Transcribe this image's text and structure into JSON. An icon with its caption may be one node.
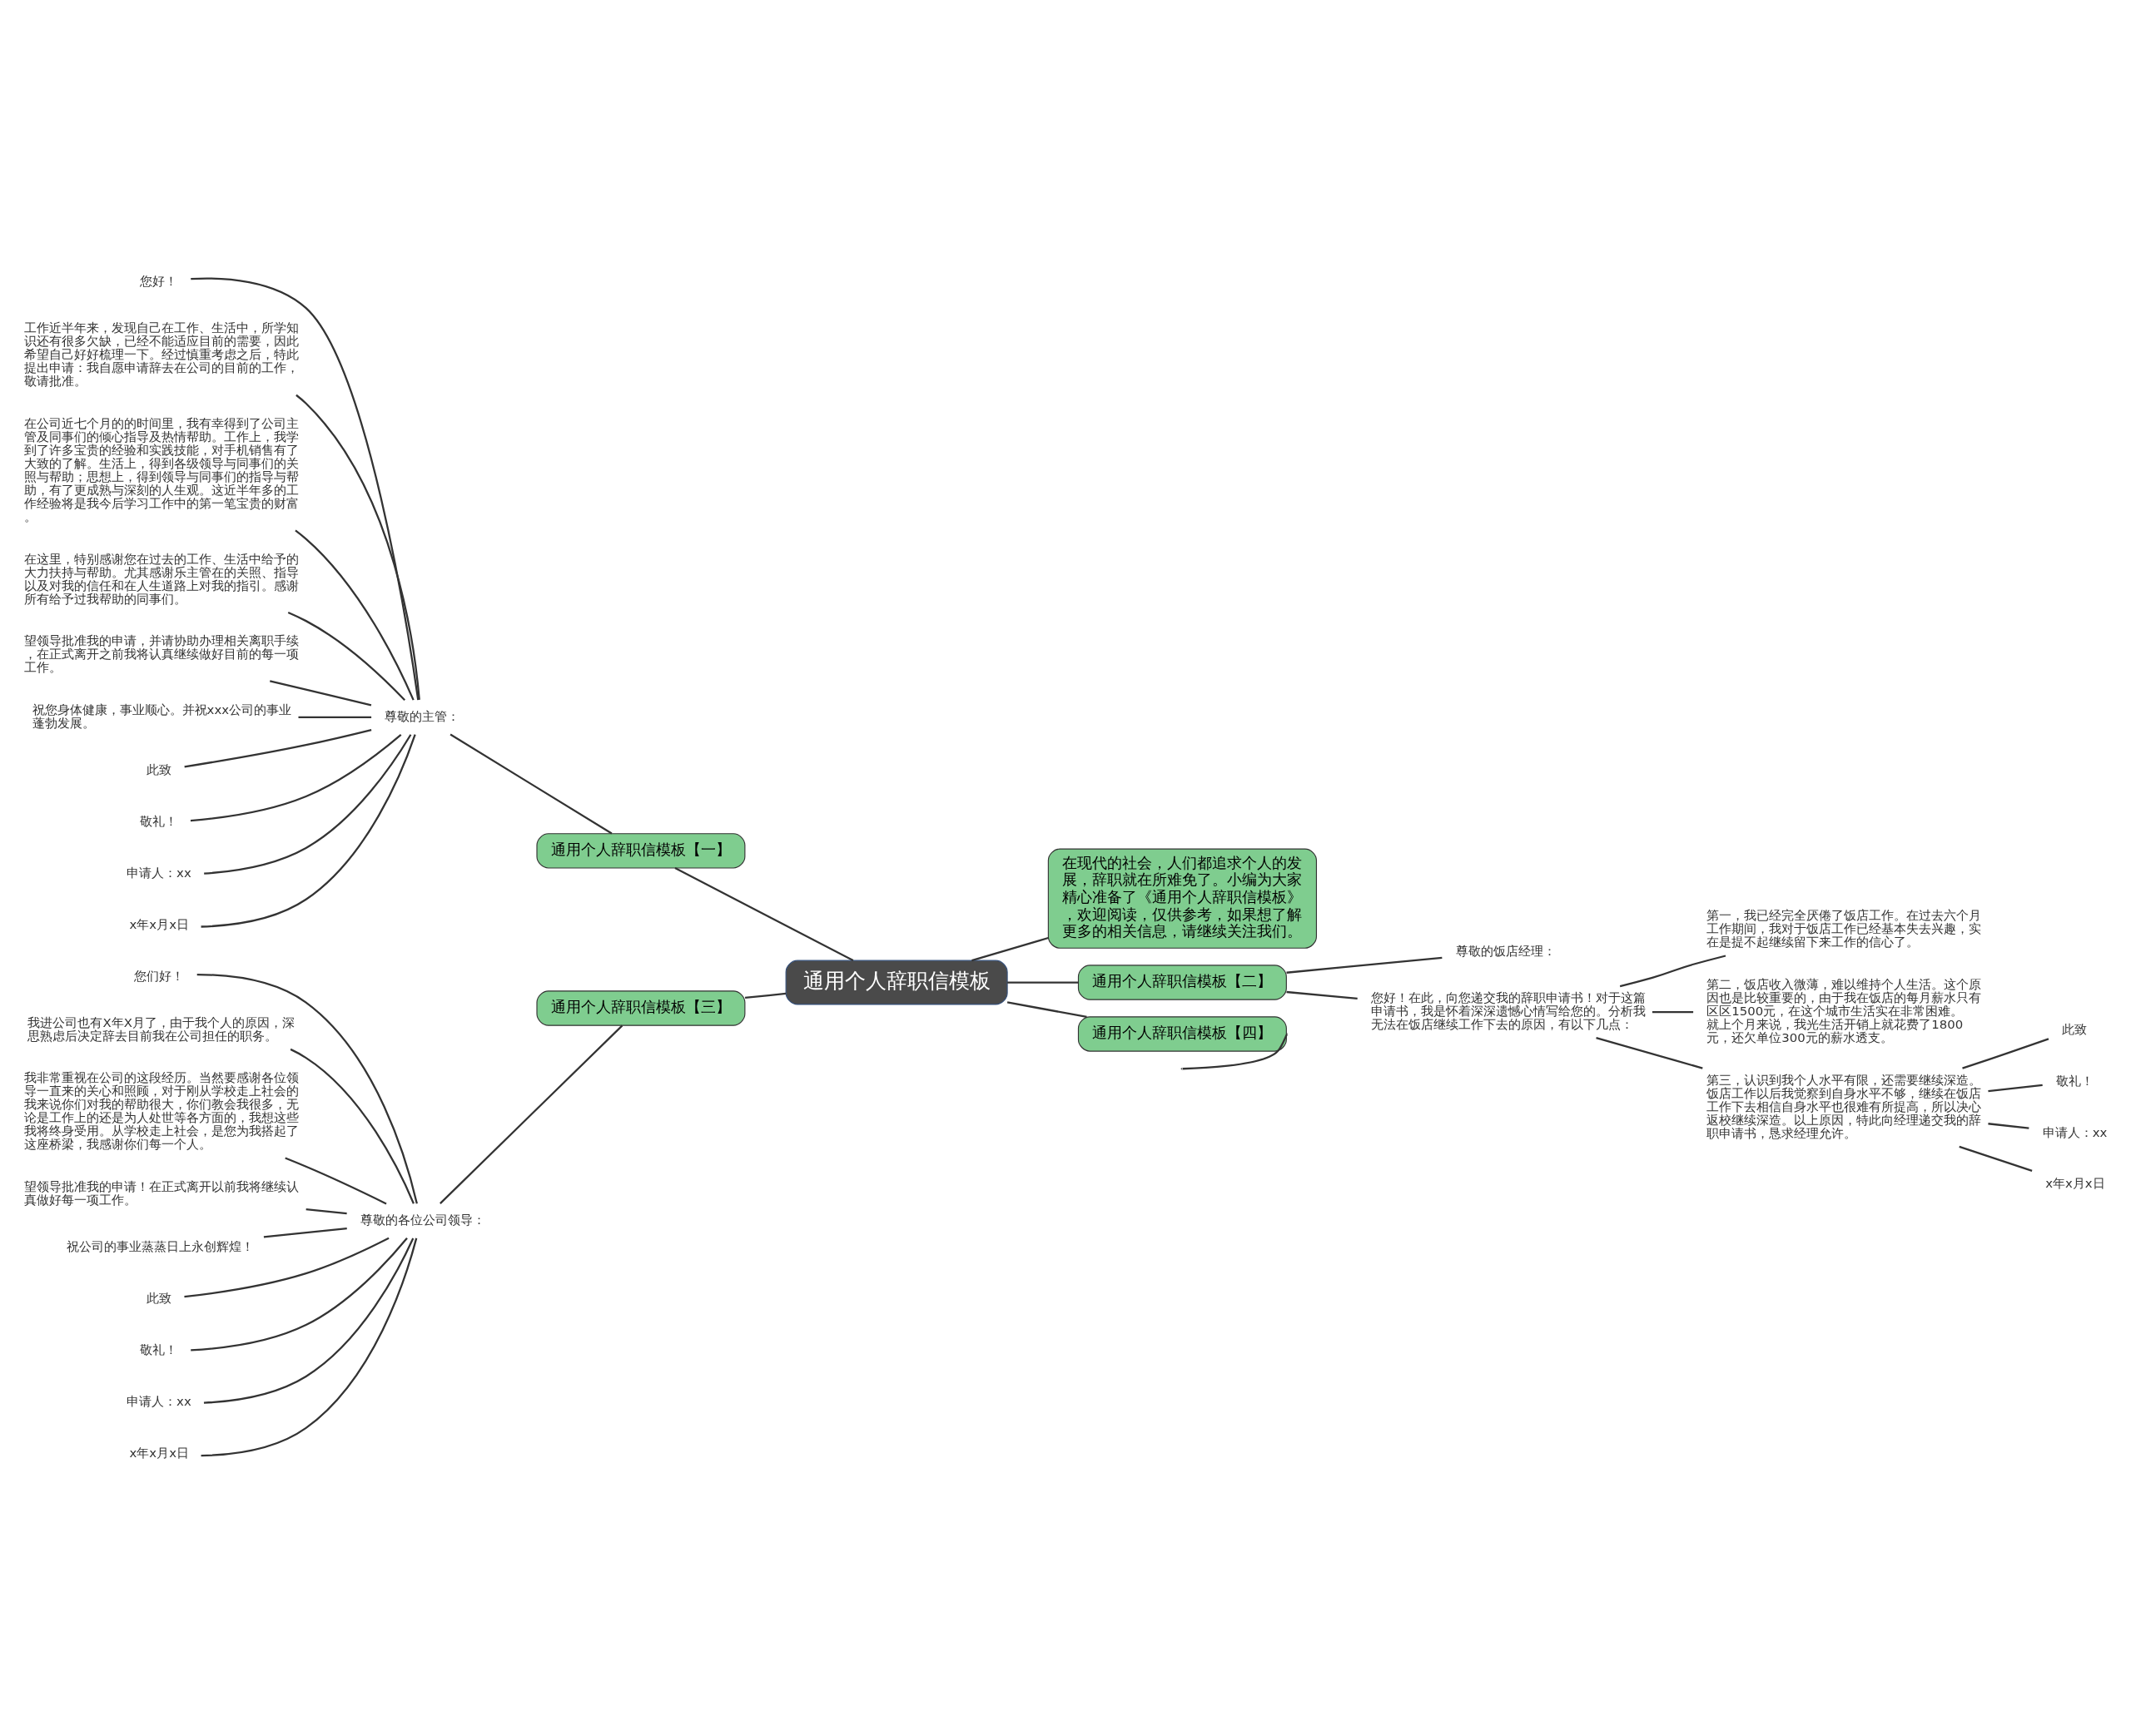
{
  "diagram": {
    "nodes": [
      {
        "text": [
          "通用个人辞职信模板"
        ]
      },
      {
        "text": [
          "通用个人辞职信模板【一】"
        ]
      },
      {
        "text": [
          "尊敬的主管："
        ]
      },
      {
        "text": [
          "您好！"
        ]
      },
      {
        "text": [
          "工作近半年来，发现自己在工作、生活中，所学知识还有很多欠缺，已经不能适应目前的需要，因此希望自己好好梳理一下。经过慎重考虑之后，特此提出申请：我自愿申请辞去在公司的目前的工作，敬请批准。"
        ]
      },
      {
        "text": [
          "在公司近七个月的的时间里，我有幸得到了公司主管及同事们的倾心指导及热情帮助。工作上，我学到了许多宝贵的经验和实践技能，对手机销售有了大致的了解。生活上，得到各级领导与同事们的关照与帮助；思想上，得到领导与同事们的指导与帮助，有了更成熟与深刻的人生观。这近半年多的工作经验将是我今后学习工作中的第一笔宝贵的财富。"
        ]
      },
      {
        "text": [
          "在这里，特别感谢您在过去的工作、生活中给予的大力扶持与帮助。尤其感谢乐主管在的关照、指导以及对我的信任和在人生道路上对我的指引。感谢所有给予过我帮助的同事们。"
        ]
      },
      {
        "text": [
          "望领导批准我的申请，并请协助办理相关离职手续，在正式离开之前我将认真继续做好目前的每一项工作。"
        ]
      },
      {
        "text": [
          "祝您身体健康，事业顺心。并祝xxx公司的事业蓬勃发展。"
        ]
      },
      {
        "text": [
          "此致"
        ]
      },
      {
        "text": [
          "敬礼！"
        ]
      },
      {
        "text": [
          "申请人：xx"
        ]
      },
      {
        "text": [
          "x年x月x日"
        ]
      },
      {
        "text": [
          "在现代的社会，人们都追求个人的发展，辞职就在所难免了。小编为大家精心准备了《通用个人辞职信模板》，欢迎阅读，仅供参考，如果想了解更多的相关信息，请继续关注我们。"
        ]
      },
      {
        "text": [
          "通用个人辞职信模板【二】"
        ]
      },
      {
        "text": [
          "尊敬的饭店经理："
        ]
      },
      {
        "text": [
          "您好！在此，向您递交我的辞职申请书！对于这篇申请书，我是怀着深深遗憾心情写给您的。分析我无法在饭店继续工作下去的原因，有以下几点："
        ]
      },
      {
        "text": [
          "第一，我已经完全厌倦了饭店工作。在过去六个月工作期间，我对于饭店工作已经基本失去兴趣，实在是提不起继续留下来工作的信心了。"
        ]
      },
      {
        "text": [
          "第二，饭店收入微薄，难以维持个人生活。这个原因也是比较重要的，由于我在饭店的每月薪水只有区区1500元，在这个城市生活实在非常困难。就上个月来说，我光生活开销上就花费了1800元，还欠单位300元的薪水透支。"
        ]
      },
      {
        "text": [
          "第三，认识到我个人水平有限，还需要继续深造。饭店工作以后我觉察到自身水平不够，继续在饭店工作下去相信自身水平也很难有所提高，所以决心返校继续深造。以上原因，特此向经理递交我的辞职申请书，恳求经理允许。"
        ]
      },
      {
        "text": [
          "此致"
        ]
      },
      {
        "text": [
          "敬礼！"
        ]
      },
      {
        "text": [
          "申请人：xx"
        ]
      },
      {
        "text": [
          "x年x月x日"
        ]
      },
      {
        "text": [
          "通用个人辞职信模板【三】"
        ]
      },
      {
        "text": [
          "尊敬的各位公司领导："
        ]
      },
      {
        "text": [
          "您们好！"
        ]
      },
      {
        "text": [
          "我进公司也有X年X月了，由于我个人的原因，深思熟虑后决定辞去目前我在公司担任的职务。"
        ]
      },
      {
        "text": [
          "我非常重视在公司的这段经历。当然要感谢各位领导一直来的关心和照顾，对于刚从学校走上社会的我来说你们对我的帮助很大，你们教会我很多，无论是工作上的还是为人处世等各方面的，我想这些我将终身受用。从学校走上社会，是您为我搭起了这座桥梁，我感谢你们每一个人。"
        ]
      },
      {
        "text": [
          "望领导批准我的申请！在正式离开以前我将继续认真做好每一项工作。"
        ]
      },
      {
        "text": [
          "祝公司的事业蒸蒸日上永创辉煌！"
        ]
      },
      {
        "text": [
          "此致"
        ]
      },
      {
        "text": [
          "敬礼！"
        ]
      },
      {
        "text": [
          "申请人：xx"
        ]
      },
      {
        "text": [
          "x年x月x日"
        ]
      },
      {
        "text": [
          "通用个人辞职信模板【四】"
        ]
      }
    ],
    "edges": [
      {
        "from": 0,
        "to": 1,
        "arrow": "none"
      },
      {
        "from": 1,
        "to": 2,
        "arrow": "none"
      },
      {
        "from": 2,
        "to": 3,
        "arrow": "none"
      },
      {
        "from": 2,
        "to": 4,
        "arrow": "none"
      },
      {
        "from": 2,
        "to": 5,
        "arrow": "none"
      },
      {
        "from": 2,
        "to": 6,
        "arrow": "none"
      },
      {
        "from": 2,
        "to": 7,
        "arrow": "none"
      },
      {
        "from": 2,
        "to": 8,
        "arrow": "none"
      },
      {
        "from": 2,
        "to": 9,
        "arrow": "none"
      },
      {
        "from": 2,
        "to": 10,
        "arrow": "none"
      },
      {
        "from": 2,
        "to": 11,
        "arrow": "none"
      },
      {
        "from": 2,
        "to": 12,
        "arrow": "none"
      },
      {
        "from": 0,
        "to": 13,
        "arrow": "none"
      },
      {
        "from": 0,
        "to": 14,
        "arrow": "none"
      },
      {
        "from": 14,
        "to": 15,
        "arrow": "none"
      },
      {
        "from": 14,
        "to": 16,
        "arrow": "none"
      },
      {
        "from": 16,
        "to": 17,
        "arrow": "none"
      },
      {
        "from": 16,
        "to": 18,
        "arrow": "none"
      },
      {
        "from": 16,
        "to": 19,
        "arrow": "none"
      },
      {
        "from": 19,
        "to": 20,
        "arrow": "none"
      },
      {
        "from": 19,
        "to": 21,
        "arrow": "none"
      },
      {
        "from": 19,
        "to": 22,
        "arrow": "none"
      },
      {
        "from": 19,
        "to": 23,
        "arrow": "none"
      },
      {
        "from": 0,
        "to": 24,
        "arrow": "none"
      },
      {
        "from": 24,
        "to": 25,
        "arrow": "none"
      },
      {
        "from": 25,
        "to": 26,
        "arrow": "none"
      },
      {
        "from": 25,
        "to": 27,
        "arrow": "none"
      },
      {
        "from": 25,
        "to": 28,
        "arrow": "none"
      },
      {
        "from": 25,
        "to": 29,
        "arrow": "none"
      },
      {
        "from": 25,
        "to": 30,
        "arrow": "none"
      },
      {
        "from": 25,
        "to": 31,
        "arrow": "none"
      },
      {
        "from": 25,
        "to": 32,
        "arrow": "none"
      },
      {
        "from": 25,
        "to": 33,
        "arrow": "none"
      },
      {
        "from": 25,
        "to": 34,
        "arrow": "none"
      },
      {
        "from": 0,
        "to": 35,
        "arrow": "none"
      },
      {
        "from": 35,
        "to": null,
        "arrow": "none"
      }
    ]
  }
}
